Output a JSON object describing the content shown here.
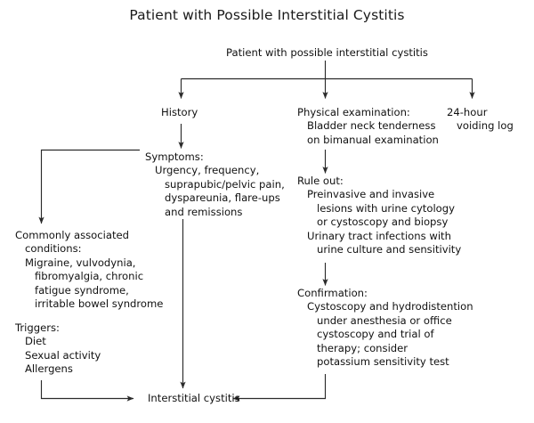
{
  "title": "Patient with Possible Interstitial Cystitis",
  "theme": {
    "background": "#ffffff",
    "text_color": "#111111",
    "edge_color": "#2b2b2b"
  },
  "nodes": {
    "root": {
      "lines": [
        "Patient with possible interstitial cystitis"
      ]
    },
    "history": {
      "lines": [
        "History"
      ]
    },
    "physical_exam": {
      "lines": [
        "Physical examination:",
        "Bladder neck tenderness",
        "on bimanual examination"
      ]
    },
    "voiding_log": {
      "lines": [
        "24-hour",
        "voiding log"
      ]
    },
    "symptoms": {
      "lines": [
        "Symptoms:",
        "Urgency, frequency,",
        "suprapubic/pelvic pain,",
        "dyspareunia, flare-ups",
        "and remissions"
      ]
    },
    "rule_out": {
      "lines": [
        "Rule out:",
        "Preinvasive and invasive",
        "lesions with urine cytology",
        "or cystoscopy and biopsy",
        "Urinary tract infections with",
        "urine culture and sensitivity"
      ]
    },
    "associated": {
      "lines": [
        "Commonly associated",
        "conditions:",
        "Migraine, vulvodynia,",
        "fibromyalgia, chronic",
        "fatigue syndrome,",
        "irritable bowel syndrome"
      ]
    },
    "triggers": {
      "lines": [
        "Triggers:",
        "Diet",
        "Sexual activity",
        "Allergens"
      ]
    },
    "confirmation": {
      "lines": [
        "Confirmation:",
        "Cystoscopy and hydrodistention",
        "under anesthesia or office",
        "cystoscopy and trial of",
        "therapy; consider",
        "potassium sensitivity test"
      ]
    },
    "outcome": {
      "lines": [
        "Interstitial cystitis"
      ]
    }
  },
  "edges": [
    {
      "name": "root-to-split",
      "from": "root",
      "to": "split-bar"
    },
    {
      "name": "split-to-history",
      "from": "split-bar",
      "to": "history"
    },
    {
      "name": "split-to-physical-exam",
      "from": "split-bar",
      "to": "physical_exam"
    },
    {
      "name": "split-to-voiding-log",
      "from": "split-bar",
      "to": "voiding_log"
    },
    {
      "name": "history-to-symptoms",
      "from": "history",
      "to": "symptoms"
    },
    {
      "name": "symptoms-to-associated",
      "from": "symptoms",
      "to": "associated"
    },
    {
      "name": "symptoms-to-outcome",
      "from": "symptoms",
      "to": "outcome"
    },
    {
      "name": "physical-exam-to-rule-out",
      "from": "physical_exam",
      "to": "rule_out"
    },
    {
      "name": "rule-out-to-confirmation",
      "from": "rule_out",
      "to": "confirmation"
    },
    {
      "name": "confirmation-to-outcome",
      "from": "confirmation",
      "to": "outcome"
    },
    {
      "name": "triggers-to-outcome",
      "from": "triggers",
      "to": "outcome"
    }
  ]
}
